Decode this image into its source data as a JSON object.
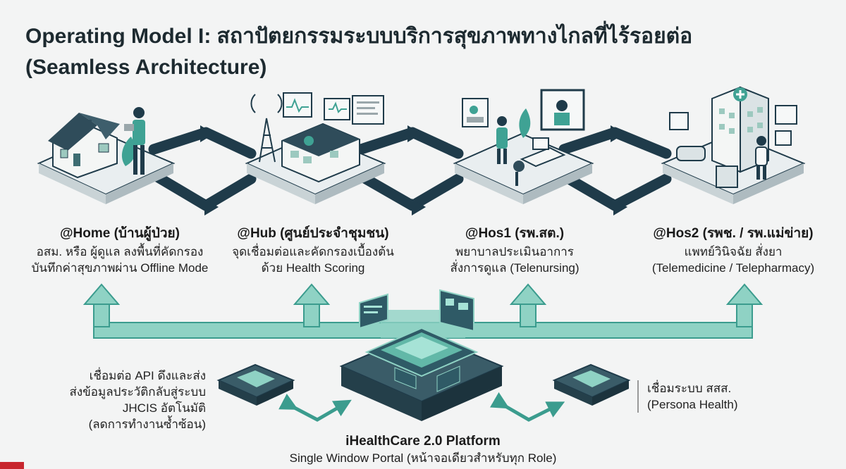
{
  "title": {
    "line1": "Operating Model I: สถาปัตยกรรมระบบบริการสุขภาพทางไกลที่ไร้รอยต่อ",
    "line2": "(Seamless Architecture)"
  },
  "nodes": [
    {
      "name": "@Home (บ้านผู้ป่วย)",
      "desc1": "อสม. หรือ ผู้ดูแล ลงพื้นที่คัดกรอง",
      "desc2": "บันทึกค่าสุขภาพผ่าน Offline Mode"
    },
    {
      "name": "@Hub (ศูนย์ประจำชุมชน)",
      "desc1": "จุดเชื่อมต่อและคัดกรองเบื้องต้น",
      "desc2": "ด้วย Health Scoring"
    },
    {
      "name": "@Hos1 (รพ.สต.)",
      "desc1": "พยาบาลประเมินอาการ",
      "desc2": "สั่งการดูแล (Telenursing)"
    },
    {
      "name": "@Hos2 (รพช. / รพ.แม่ข่าย)",
      "desc1": "แพทย์วินิจฉัย สั่งยา",
      "desc2": "(Telemedicine / Telepharmacy)"
    }
  ],
  "left_link": {
    "line1": "เชื่อมต่อ API ดึงและส่ง",
    "line2": "ส่งข้อมูลประวัติกลับสู่ระบบ",
    "line3": "JHCIS อัตโนมัติ",
    "line4": "(ลดการทำงานซ้ำซ้อน)"
  },
  "right_link": {
    "line1": "เชื่อมระบบ สสส.",
    "line2": "(Persona Health)"
  },
  "platform": {
    "name": "iHealthCare 2.0 Platform",
    "desc": "Single Window Portal (หน้าจอเดียวสำหรับทุก Role)"
  },
  "colors": {
    "navy": "#1f3b4a",
    "teal": "#3fa294",
    "teal_light": "#8fd2c4",
    "platform_dark": "#243f4a",
    "accent_red": "#c8262e"
  }
}
